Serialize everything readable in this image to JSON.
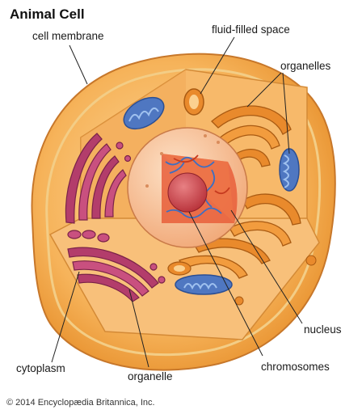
{
  "title": "Animal Cell",
  "labels": {
    "cell_membrane": "cell membrane",
    "fluid_filled_space": "fluid-filled space",
    "organelles": "organelles",
    "nucleus": "nucleus",
    "chromosomes": "chromosomes",
    "cytoplasm": "cytoplasm",
    "organelle": "organelle"
  },
  "credit": "© 2014 Encyclopædia Britannica, Inc.",
  "colors": {
    "cytoplasm": "#f6b35a",
    "membrane": "#e89a3c",
    "mitochondria": "#4f77c1",
    "golgi": "#b33d6b",
    "er": "#e98a2c",
    "nucleus": "#f7c9a0",
    "nucleolus": "#d7494a"
  }
}
